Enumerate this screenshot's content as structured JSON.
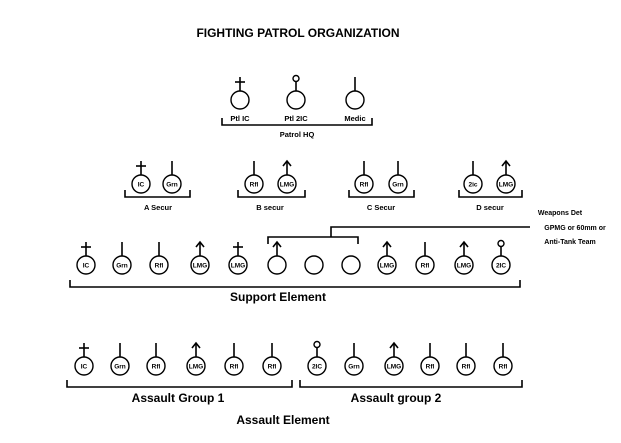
{
  "title": "FIGHTING PATROL ORGANIZATION",
  "hq": {
    "label": "Patrol HQ",
    "nodes": [
      {
        "label": "Ptl IC",
        "symbol": "cross"
      },
      {
        "label": "Ptl 2IC",
        "symbol": "knob"
      },
      {
        "label": "Medic",
        "symbol": "line"
      }
    ]
  },
  "secur_groups": [
    {
      "label": "A Secur",
      "nodes": [
        {
          "text": "IC",
          "symbol": "cross"
        },
        {
          "text": "Grn",
          "symbol": "line"
        }
      ]
    },
    {
      "label": "B secur",
      "nodes": [
        {
          "text": "Rfl",
          "symbol": "line"
        },
        {
          "text": "LMG",
          "symbol": "arrow"
        }
      ]
    },
    {
      "label": "C Secur",
      "nodes": [
        {
          "text": "Rfl",
          "symbol": "line"
        },
        {
          "text": "Grn",
          "symbol": "line"
        }
      ]
    },
    {
      "label": "D secur",
      "nodes": [
        {
          "text": "2ic",
          "symbol": "line"
        },
        {
          "text": "LMG",
          "symbol": "arrow"
        }
      ]
    }
  ],
  "weapons_det": {
    "line1": "Weapons Det",
    "line2": "GPMG or 60mm or",
    "line3": "Anti-Tank Team"
  },
  "support": {
    "label": "Support Element",
    "nodes": [
      {
        "text": "IC",
        "symbol": "cross"
      },
      {
        "text": "Grn",
        "symbol": "line"
      },
      {
        "text": "Rfl",
        "symbol": "line"
      },
      {
        "text": "LMG",
        "symbol": "arrow"
      },
      {
        "text": "LMG",
        "symbol": "cross"
      },
      {
        "text": "",
        "symbol": "arrow"
      },
      {
        "text": "",
        "symbol": "none"
      },
      {
        "text": "",
        "symbol": "none"
      },
      {
        "text": "LMG",
        "symbol": "arrow"
      },
      {
        "text": "Rfl",
        "symbol": "line"
      },
      {
        "text": "LMG",
        "symbol": "arrow"
      },
      {
        "text": "2IC",
        "symbol": "knob"
      }
    ]
  },
  "assault1": {
    "label": "Assault Group 1",
    "nodes": [
      {
        "text": "IC",
        "symbol": "cross"
      },
      {
        "text": "Grn",
        "symbol": "line"
      },
      {
        "text": "Rfl",
        "symbol": "line"
      },
      {
        "text": "LMG",
        "symbol": "arrow"
      },
      {
        "text": "Rfl",
        "symbol": "line"
      },
      {
        "text": "Rfl",
        "symbol": "line"
      }
    ]
  },
  "assault2": {
    "label": "Assault group 2",
    "nodes": [
      {
        "text": "2IC",
        "symbol": "knob"
      },
      {
        "text": "Grn",
        "symbol": "line"
      },
      {
        "text": "LMG",
        "symbol": "arrow"
      },
      {
        "text": "Rfl",
        "symbol": "line"
      },
      {
        "text": "Rfl",
        "symbol": "line"
      },
      {
        "text": "Rfl",
        "symbol": "line"
      }
    ]
  },
  "assault_element_label": "Assault Element"
}
